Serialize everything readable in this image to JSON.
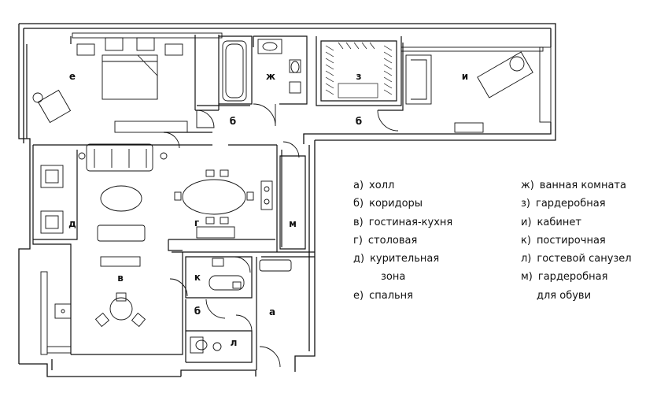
{
  "room_labels": {
    "a": "а",
    "b1": "б",
    "b2": "б",
    "b3": "б",
    "v": "в",
    "g": "г",
    "d": "д",
    "e": "е",
    "zh": "ж",
    "z": "з",
    "i": "и",
    "k": "к",
    "l": "л",
    "m": "м"
  },
  "legend_left": [
    {
      "letter": "а)",
      "text": "холл"
    },
    {
      "letter": "б)",
      "text": "коридоры"
    },
    {
      "letter": "в)",
      "text": "гостиная-кухня"
    },
    {
      "letter": "г)",
      "text": "столовая"
    },
    {
      "letter": "д)",
      "text": "курительная"
    },
    {
      "letter": "",
      "text": "зона"
    },
    {
      "letter": "е)",
      "text": "спальня"
    }
  ],
  "legend_right": [
    {
      "letter": "ж)",
      "text": "ванная комната"
    },
    {
      "letter": "з)",
      "text": "гардеробная"
    },
    {
      "letter": "и)",
      "text": "кабинет"
    },
    {
      "letter": "к)",
      "text": "постирочная"
    },
    {
      "letter": "л)",
      "text": "гостевой санузел"
    },
    {
      "letter": "м)",
      "text": "гардеробная"
    },
    {
      "letter": "",
      "text": "для обуви"
    }
  ]
}
